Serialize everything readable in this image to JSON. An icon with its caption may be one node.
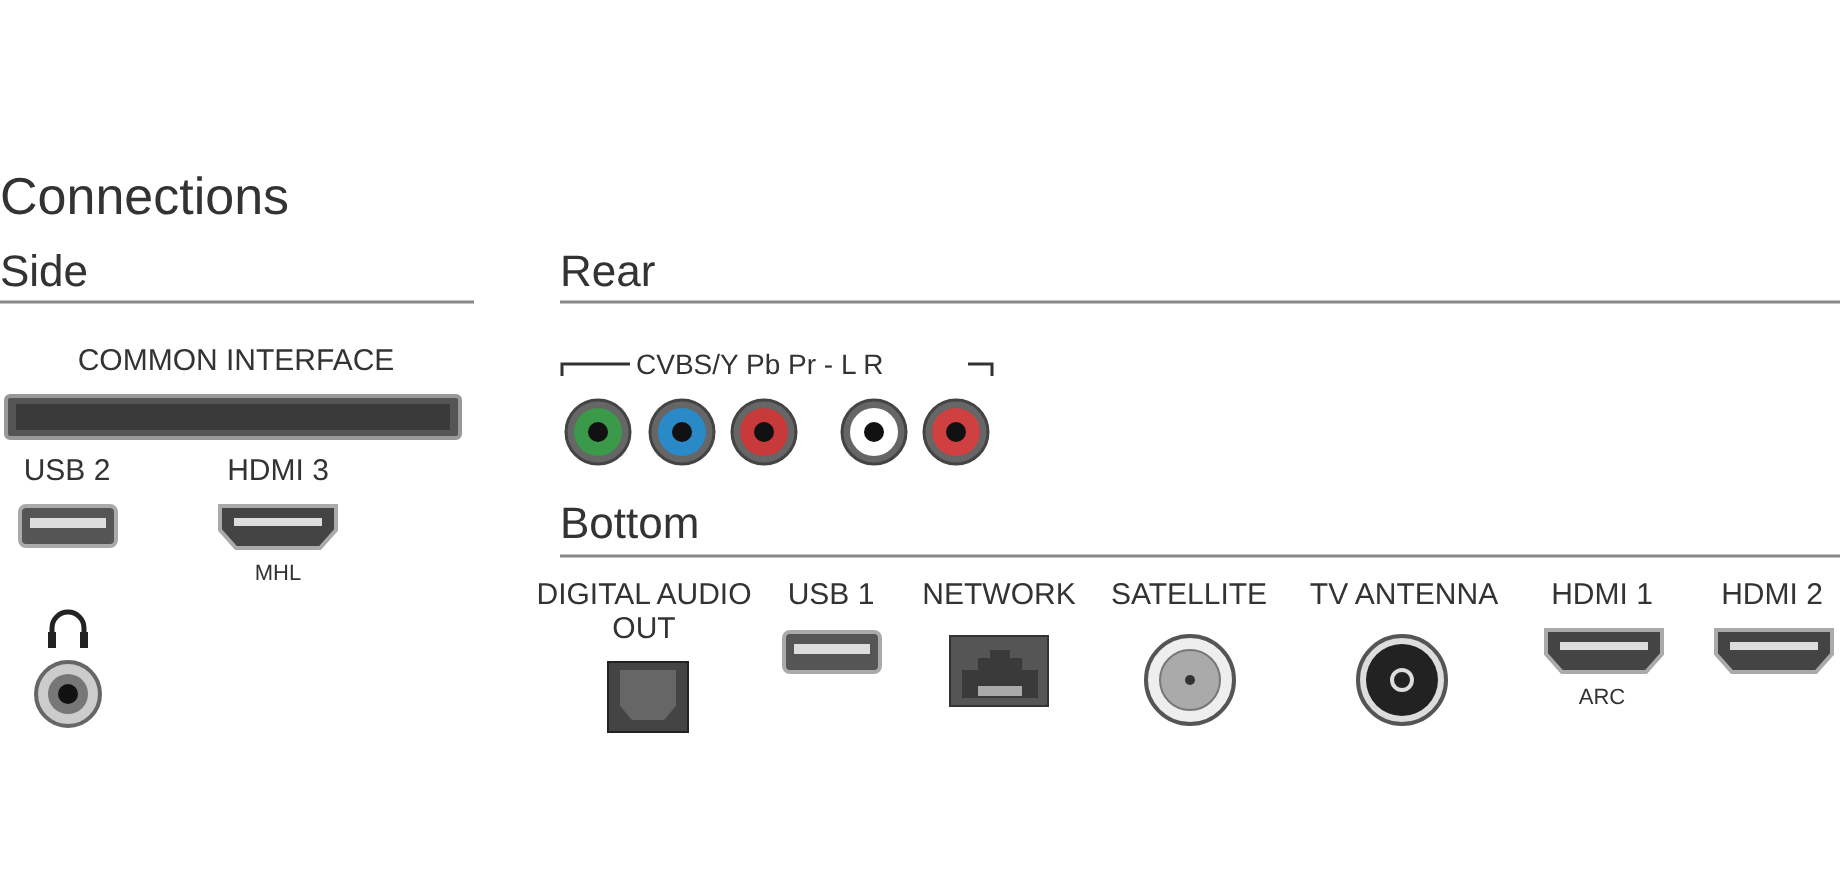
{
  "diagram": {
    "title": "Connections",
    "labels": [
      "Side",
      "Rear",
      "COMMON INTERFACE",
      "CVBS/Y Pb Pr - L R",
      "USB 2",
      "HDMI 3",
      "Bottom",
      "MHL",
      "DIGITAL AUDIO OUT",
      "USB 1",
      "NETWORK",
      "SATELLITE",
      "TV ANTENNA",
      "HDMI 1",
      "HDMI 2",
      "ARC"
    ]
  }
}
